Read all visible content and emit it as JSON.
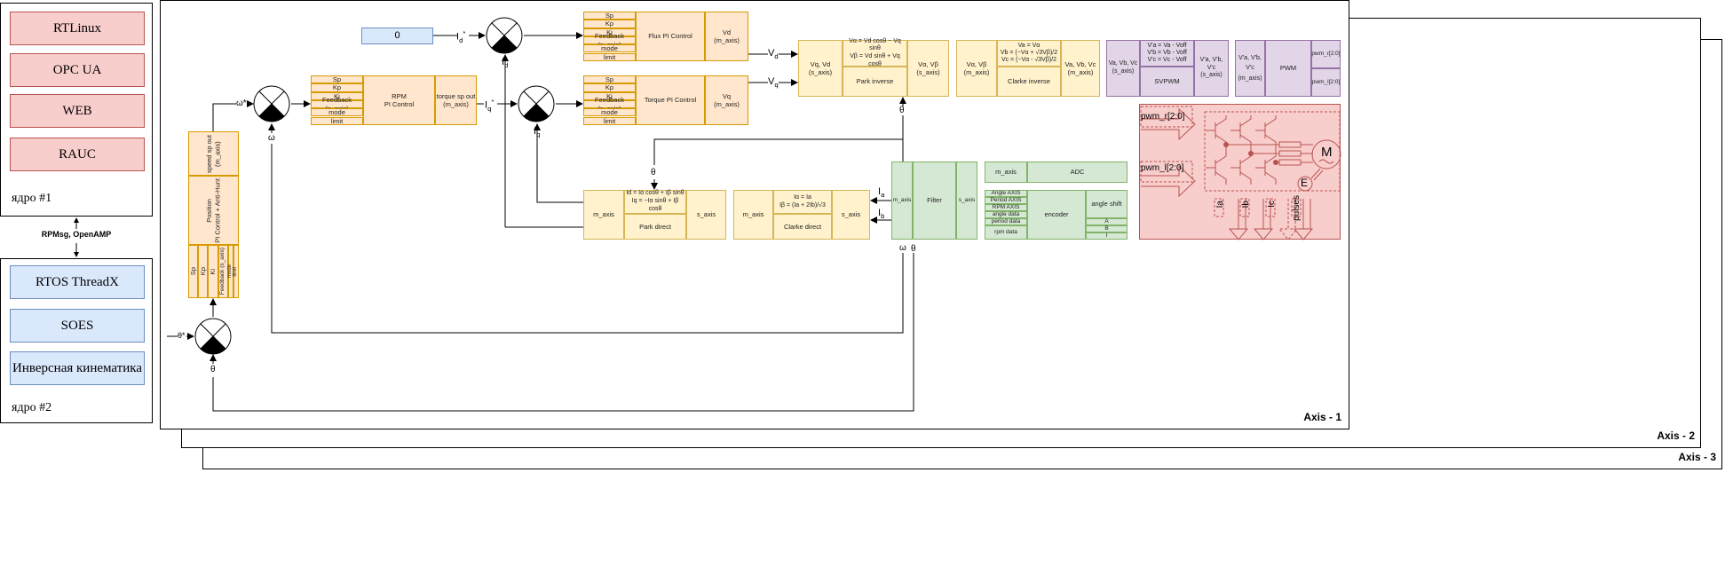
{
  "core1": {
    "label": "ядро #1",
    "items": [
      "RTLinux",
      "OPC UA",
      "WEB",
      "RAUC"
    ]
  },
  "ipc_label": "RPMsg, OpenAMP",
  "core2": {
    "label": "ядро #2",
    "items": [
      "RTOS ThreadX",
      "SOES",
      "Инверсная кинематика"
    ]
  },
  "axes": [
    "Axis - 1",
    "Axis - 2",
    "Axis - 3"
  ],
  "const_block": "0",
  "pi_ports": [
    "Sp",
    "Kp",
    "Ki",
    "Feedback (s_axis)",
    "mode",
    "limit"
  ],
  "position_block": {
    "title": "Position",
    "subtitle": "PI Control + Anti-Hunt",
    "out": "speed sp out",
    "out_sub": "(m_axis)"
  },
  "rpm_block": {
    "title": "RPM",
    "subtitle": "PI Control",
    "out": "torque sp out",
    "out_sub": "(m_axis)"
  },
  "flux_block": {
    "title": "Flux PI Control",
    "out": "Vd",
    "out_sub": "(m_axis)"
  },
  "torque_block": {
    "title": "Torque PI Control",
    "out": "Vq",
    "out_sub": "(m_axis)"
  },
  "park_inverse": {
    "in": "Vq, Vd",
    "in_sub": "(s_axis)",
    "eq1": "Vα = Vd cosθ − Vq sinθ",
    "eq2": "Vβ = Vd sinθ + Vq cosθ",
    "title": "Park inverse",
    "out": "Vα, Vβ",
    "out_sub": "(s_axis)"
  },
  "clarke_inverse": {
    "in": "Vα, Vβ",
    "in_sub": "(m_axis)",
    "eq1": "Va = Vα",
    "eq2": "Vb = (−Vα + √3Vβ)/2",
    "eq3": "Vc = (−Vα - √3Vβ)/2",
    "title": "Clarke inverse",
    "out": "Va, Vb, Vc",
    "out_sub": "(m_axis)"
  },
  "svpwm": {
    "in": "Va, Vb, Vc",
    "in_sub": "(s_axis)",
    "eq1": "V'a = Va - Voff",
    "eq2": "V'b = Vb - Voff",
    "eq3": "V'c = Vc - Voff",
    "title": "SVPWM",
    "out": "V'a, V'b, V'c",
    "out_sub": "(s_axis)"
  },
  "pwm": {
    "in1": "V'a, V'b,",
    "in2": "V'c",
    "in_sub": "(m_axis)",
    "title": "PWM",
    "out1": "pwm_r[2:0]",
    "out2": "pwm_l[2:0]"
  },
  "park_direct": {
    "in": "m_axis",
    "eq1": "Id = Iα cosθ + Iβ sinθ",
    "eq2": "Iq = −Iα sinθ + Iβ cosθ",
    "title": "Park direct",
    "out": "s_axis"
  },
  "clarke_direct": {
    "in": "m_axis",
    "eq1": "Iα = Ia",
    "eq2": "Iβ = (Ia + 2Ib)/√3",
    "title": "Clarke direct",
    "out": "s_axis"
  },
  "filter": {
    "in": "m_axis",
    "title": "Filter",
    "out": "s_axis"
  },
  "adc": {
    "port": "m_axis",
    "title": "ADC"
  },
  "encoder": {
    "ports": [
      "Angle AXIS",
      "Period AXIS",
      "RPM AXIS",
      "angle data",
      "period data",
      "rpm data"
    ],
    "title": "encoder",
    "right_top": "angle shift",
    "right_ports": [
      "A",
      "B",
      "I"
    ]
  },
  "inverter": {
    "in1": "pwm_r[2:0]",
    "in2": "pwm_l[2:0]",
    "motor": "M",
    "encoder": "E",
    "outputs": [
      "Ia",
      "Ib",
      "Ic",
      "pulses"
    ]
  },
  "signals": {
    "omega_ref": "ω*",
    "omega": "ω",
    "theta_ref": "θ*",
    "theta": "θ",
    "id_ref": "Id*",
    "iq_ref": "Iq*",
    "id": "Id",
    "iq": "Iq",
    "vd": "Vd",
    "vq": "Vq",
    "ia": "Ia",
    "ib": "Ib"
  }
}
